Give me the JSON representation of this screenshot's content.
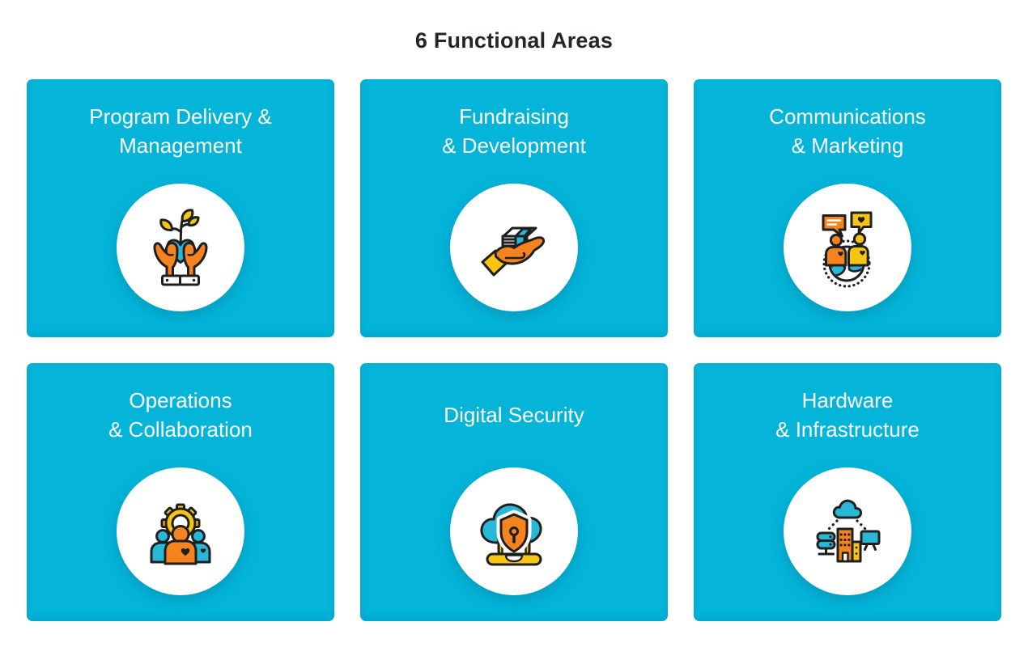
{
  "page": {
    "title": "6 Functional Areas"
  },
  "theme": {
    "card_color": "#04b4d9",
    "card_text_color": "#ffffff",
    "title_color": "#23262b",
    "icon_orange": "#f5831f",
    "icon_yellow": "#f6c513",
    "icon_cyan": "#29b7d8",
    "icon_outline": "#1f1f1f",
    "circle_color": "#ffffff"
  },
  "cards": [
    {
      "title": "Program Delivery &\nManagement",
      "icon": "hands-heart-plant-icon"
    },
    {
      "title": "Fundraising\n& Development",
      "icon": "hand-money-icon"
    },
    {
      "title": "Communications\n& Marketing",
      "icon": "people-chat-globe-icon"
    },
    {
      "title": "Operations\n& Collaboration",
      "icon": "gear-people-icon"
    },
    {
      "title": "Digital Security",
      "icon": "cloud-shield-laptop-icon"
    },
    {
      "title": "Hardware\n& Infrastructure",
      "icon": "cloud-building-devices-icon"
    }
  ]
}
